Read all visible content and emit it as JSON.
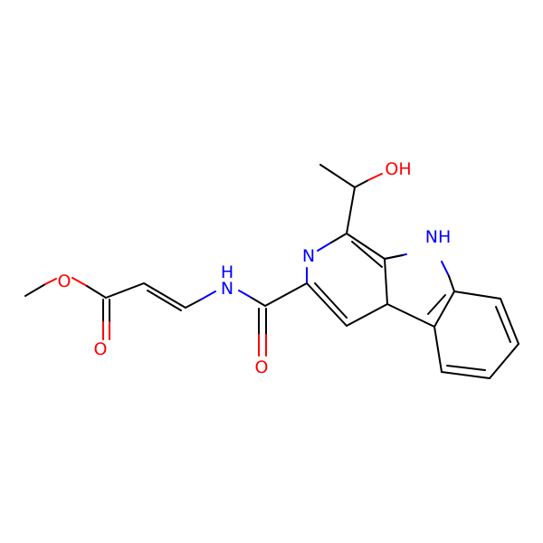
{
  "colors": {
    "carbon": "#000000",
    "nitrogen": "#0000ff",
    "oxygen": "#ff0000",
    "background": "#ffffff"
  },
  "molecule": {
    "labels": {
      "ester_o": "O",
      "carbonyl_o_ester": "O",
      "amide_nh": "N",
      "amide_h": "H",
      "carbonyl_o_amide": "O",
      "pyridine_n": "N",
      "indole_nh": "NH",
      "hydroxyl": "OH"
    }
  }
}
